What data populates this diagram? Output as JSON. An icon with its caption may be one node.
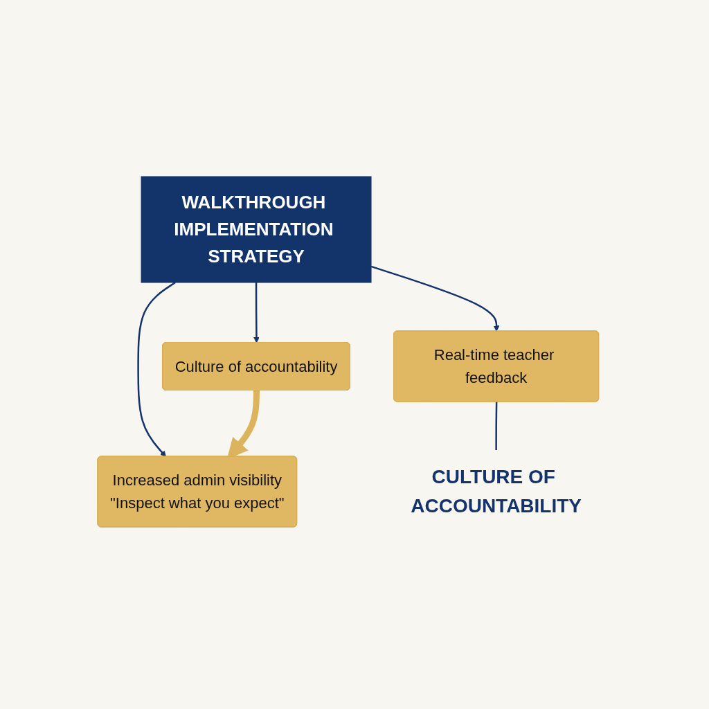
{
  "diagram": {
    "nodes": [
      {
        "text": [
          "WALKTHROUGH IMPLEMENTATION STRATEGY"
        ]
      },
      {
        "text": [
          "Increased admin visibility",
          "\"Inspect what you expect\""
        ]
      },
      {
        "text": [
          "Real-time teacher feedback"
        ]
      },
      {
        "text": [
          "Culture of accountability"
        ]
      },
      {
        "text": [
          "CULTURE OF ACCOUNTABILITY"
        ]
      }
    ],
    "edges": [
      {
        "from": 0,
        "to": 1,
        "arrow": "to"
      },
      {
        "from": 0,
        "to": 2,
        "arrow": "to"
      },
      {
        "from": 0,
        "to": 3,
        "arrow": "to"
      },
      {
        "from": 2,
        "to": 4,
        "arrow": "none"
      },
      {
        "from": 3,
        "to": 1,
        "arrow": "to",
        "style": "thick",
        "color": "#dcb45e"
      }
    ]
  }
}
